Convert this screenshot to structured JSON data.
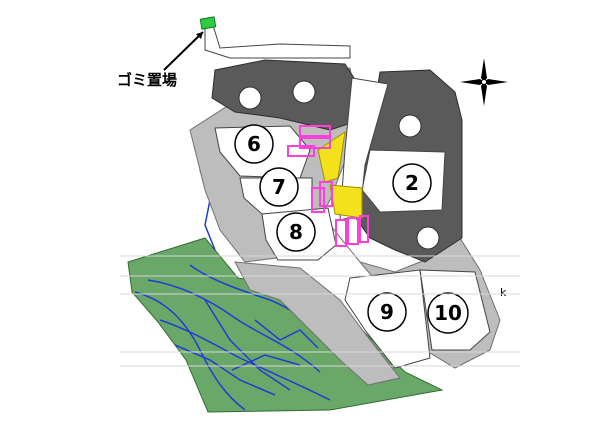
{
  "labels": {
    "garbage_area": "ゴミ置場",
    "edge_mark": "k"
  },
  "lots": [
    {
      "id": "6",
      "label": "6"
    },
    {
      "id": "7",
      "label": "7"
    },
    {
      "id": "8",
      "label": "8"
    },
    {
      "id": "2",
      "label": "2"
    },
    {
      "id": "9",
      "label": "9"
    },
    {
      "id": "10",
      "label": "10"
    }
  ],
  "icons": {
    "compass": "compass-rose-icon",
    "garbage_marker": "green-marker-icon",
    "arrow": "arrow-icon",
    "tree": "tree-icon",
    "car": "parking-car-icon"
  },
  "colors": {
    "green_area": "#6aa86a",
    "river_lines": "#1e3fd0",
    "slope_gray": "#bdbdbd",
    "dark_building": "#5a5a5a",
    "parking_pink": "#ff3fdc",
    "yellow_zone": "#f3e21b",
    "marker_green": "#2ecc40"
  }
}
